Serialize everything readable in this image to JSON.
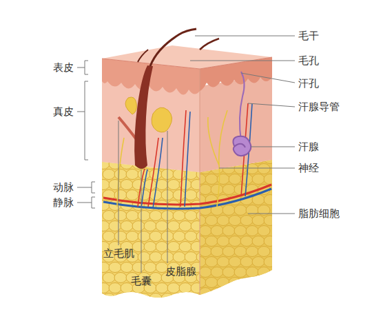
{
  "diagram": {
    "labels": [
      "表皮",
      "真皮",
      "动脉",
      "静脉",
      "立毛肌",
      "毛囊",
      "皮脂腺",
      "毛干",
      "毛孔",
      "汗孔",
      "汗腺导管",
      "汗腺",
      "神经",
      "脂肪细胞"
    ]
  }
}
